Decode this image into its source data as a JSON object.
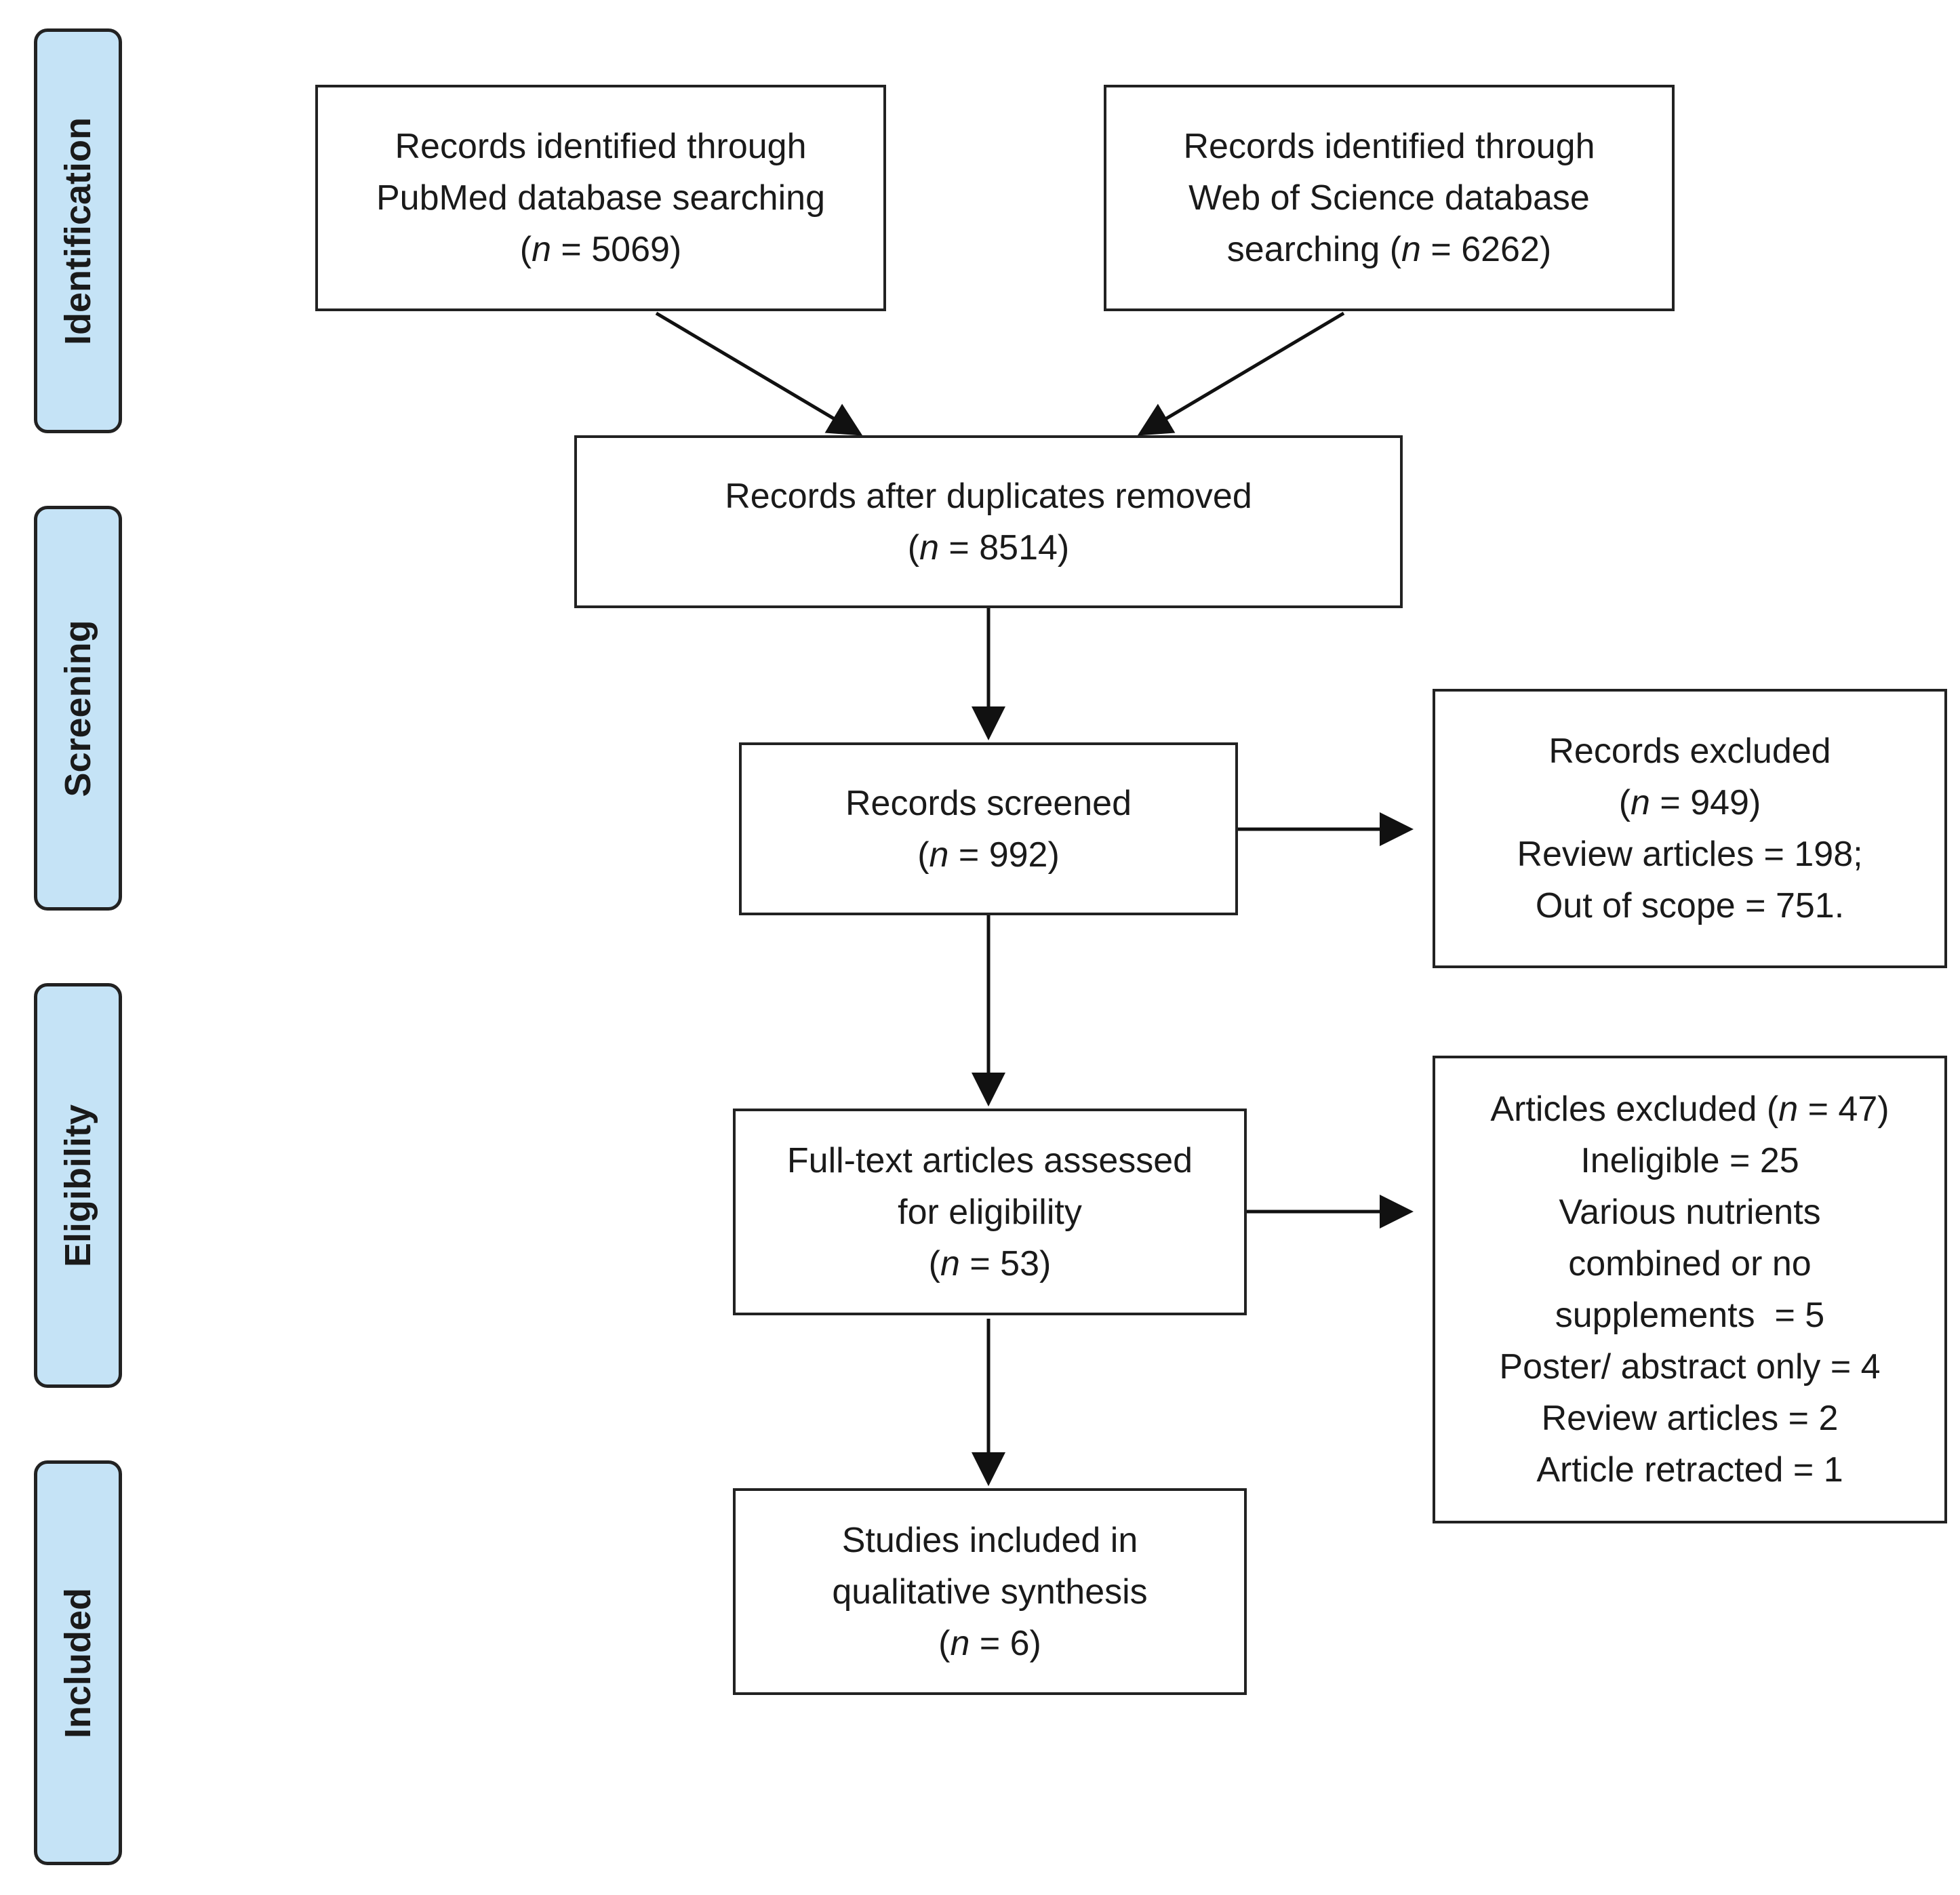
{
  "phases": [
    "Identification",
    "Screening",
    "Eligibility",
    "Included"
  ],
  "boxes": {
    "pubmed": {
      "line1": "Records identified through",
      "line2": "PubMed database searching",
      "n_open": "(",
      "n_var": "n",
      "n_rest": " = 5069)"
    },
    "wos": {
      "line1": "Records identified through",
      "line2": "Web of Science database",
      "line3_pre": "searching (",
      "n_var": "n",
      "n_rest": " = 6262)"
    },
    "dedup": {
      "line1": "Records after duplicates removed",
      "n_open": "(",
      "n_var": "n",
      "n_rest": " = 8514)"
    },
    "screened": {
      "line1": "Records screened",
      "n_open": "(",
      "n_var": "n",
      "n_rest": " = 992)"
    },
    "excluded1": {
      "line1": "Records excluded",
      "n_open": "(",
      "n_var": "n",
      "n_rest": " = 949)",
      "line3": "Review articles = 198;",
      "line4": "Out of scope = 751."
    },
    "fulltext": {
      "line1": "Full-text articles assessed",
      "line2": "for eligibility",
      "n_open": "(",
      "n_var": "n",
      "n_rest": " = 53)"
    },
    "excluded2": {
      "line1_pre": "Articles excluded (",
      "n_var": "n",
      "line1_rest": " = 47)",
      "lines": [
        "Ineligible = 25",
        "Various nutrients",
        "combined or no",
        "supplements  = 5",
        "Poster/ abstract only = 4",
        "Review articles = 2",
        "Article retracted = 1"
      ]
    },
    "included": {
      "line1": "Studies included in",
      "line2": "qualitative synthesis",
      "n_open": "(",
      "n_var": "n",
      "n_rest": " = 6)"
    }
  }
}
